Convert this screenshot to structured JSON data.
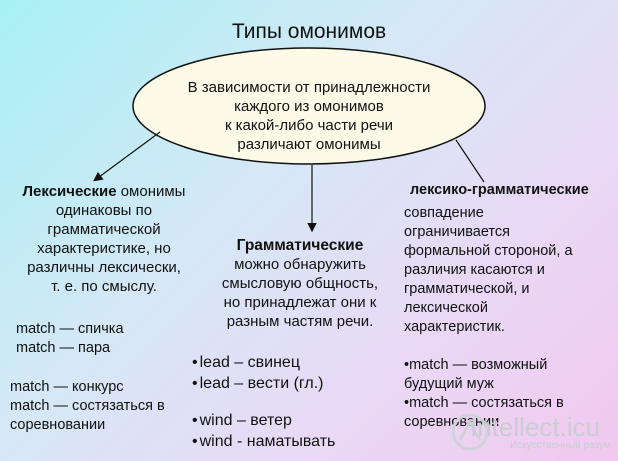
{
  "title": "Типы омонимов",
  "ellipse": {
    "lines": [
      "В зависимости от принадлежности",
      "каждого из омонимов",
      "к какой-либо части речи",
      "различают омонимы"
    ]
  },
  "lexical": {
    "heading_bold": "Лексические",
    "heading_rest": " омонимы",
    "lines": [
      "одинаковы по",
      "грамматической",
      "характеристике, но",
      "различны лексически,",
      "т. е. по смыслу."
    ],
    "examples_a": [
      "match — спичка",
      "match — пара"
    ],
    "examples_b": [
      "match — конкурс",
      "match — состязаться в",
      "соревновании"
    ]
  },
  "grammatical": {
    "heading": "Грамматические",
    "lines": [
      "можно обнаружить",
      "смысловую общность,",
      "но принадлежат они к",
      "разным частям речи."
    ],
    "examples": [
      "lead – свинец",
      "lead – вести (гл.)",
      "",
      "wind – ветер",
      "wind - наматывать"
    ]
  },
  "lexgram": {
    "heading": "лексико-грамматические",
    "lines": [
      "совпадение",
      "ограничивается",
      "формальной стороной, а",
      "различия касаются и",
      "грамматической, и",
      "лексической",
      "характеристик."
    ],
    "examples": [
      "match — возможный",
      "будущий муж",
      "match — состязаться в",
      "соревновании"
    ]
  },
  "watermark": {
    "brand": "Intellect.icu",
    "sub": "Искусственный разум"
  }
}
